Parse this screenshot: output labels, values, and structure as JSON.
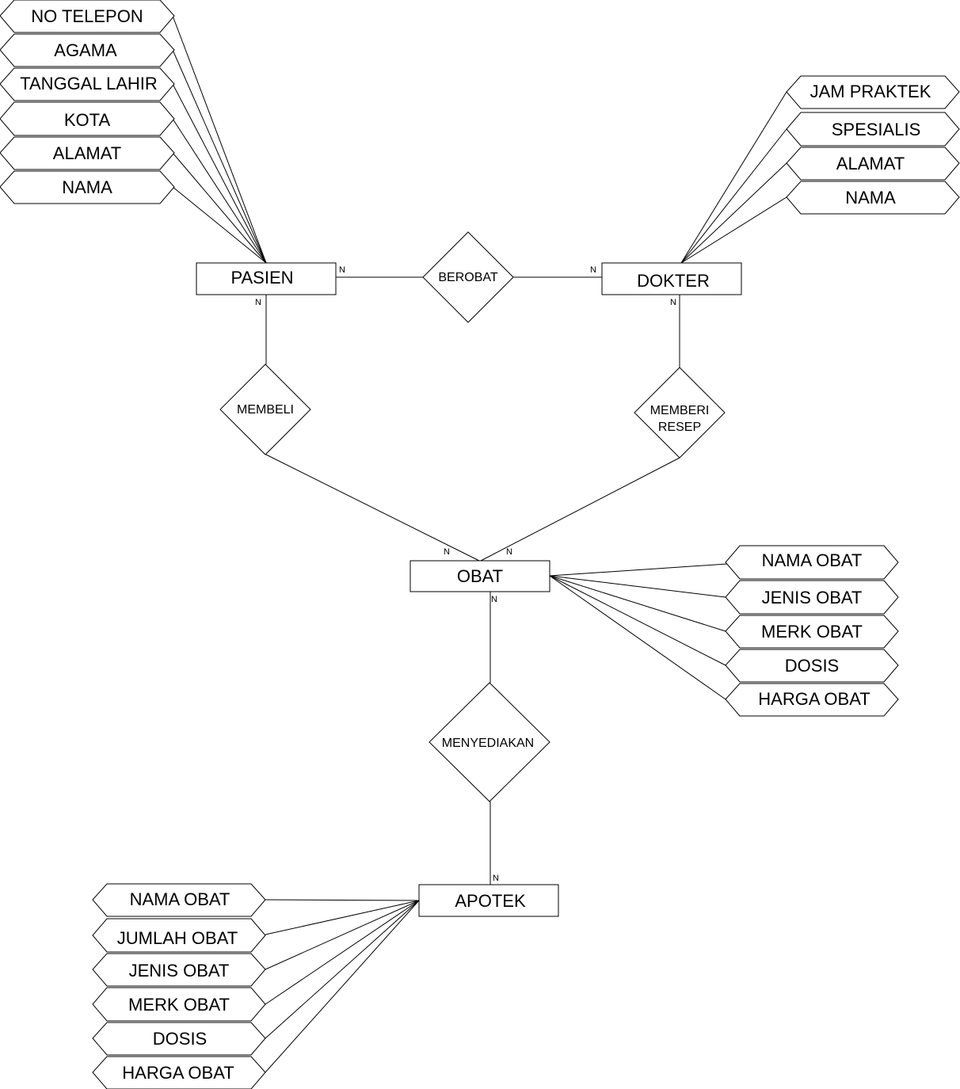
{
  "entities": {
    "pasien": "PASIEN",
    "dokter": "DOKTER",
    "obat": "OBAT",
    "apotek": "APOTEK"
  },
  "relationships": {
    "berobat": "BEROBAT",
    "membeli": "MEMBELI",
    "memberi_resep": [
      "MEMBERI",
      "RESEP"
    ],
    "menyediakan": "MENYEDIAKAN"
  },
  "attributes": {
    "pasien": [
      "NO TELEPON",
      "AGAMA",
      "TANGGAL LAHIR",
      "KOTA",
      "ALAMAT",
      "NAMA"
    ],
    "dokter": [
      "JAM PRAKTEK",
      "SPESIALIS",
      "ALAMAT",
      "NAMA"
    ],
    "obat": [
      "NAMA OBAT",
      "JENIS OBAT",
      "MERK OBAT",
      "DOSIS",
      "HARGA OBAT"
    ],
    "apotek": [
      "NAMA OBAT",
      "JUMLAH OBAT",
      "JENIS OBAT",
      "MERK OBAT",
      "DOSIS",
      "HARGA OBAT"
    ]
  },
  "cardinality": "N"
}
